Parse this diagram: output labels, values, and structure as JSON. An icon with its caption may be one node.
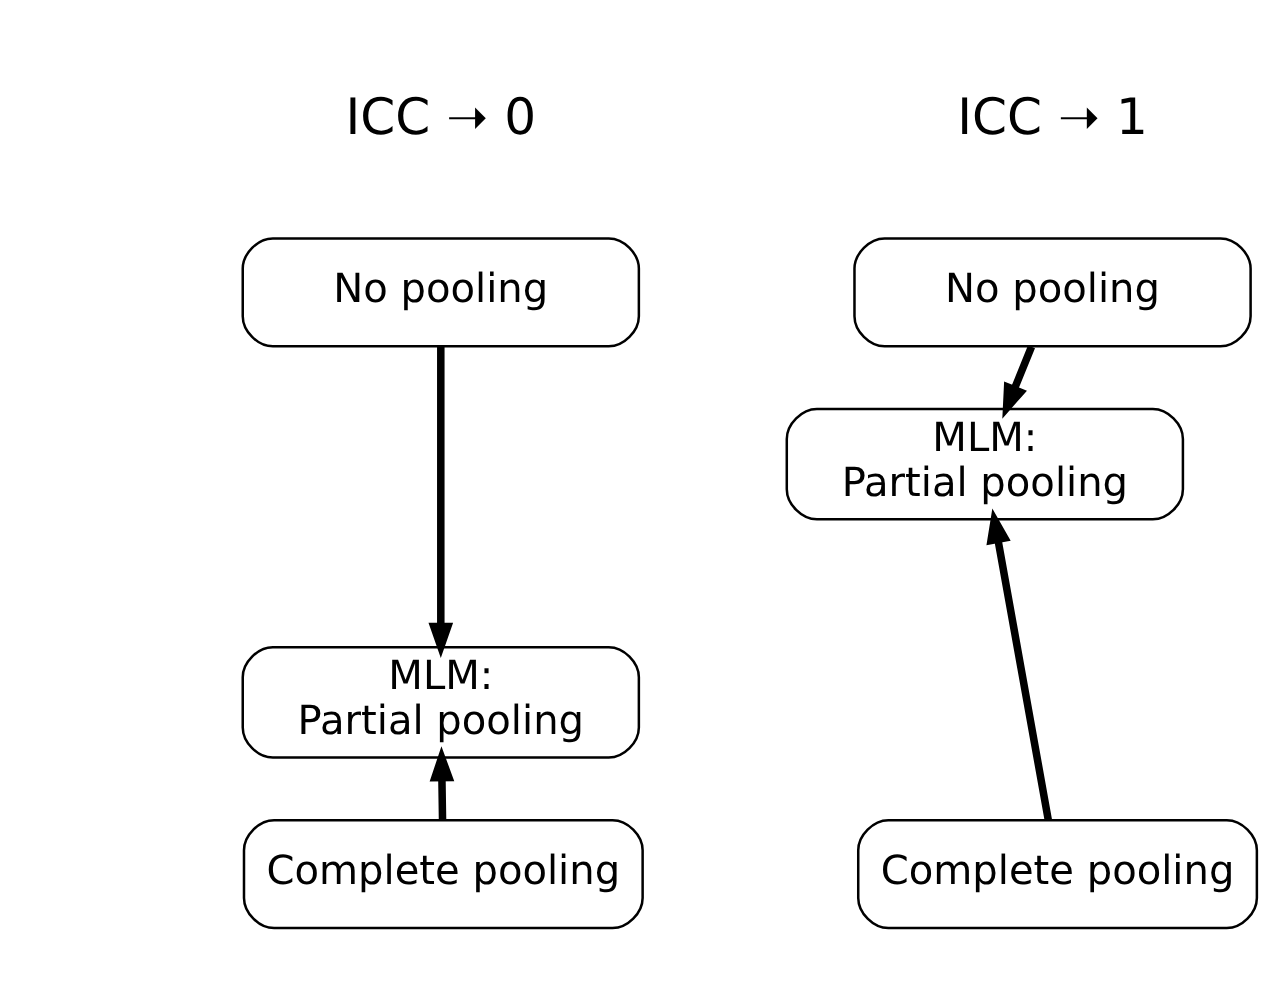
{
  "diagram": {
    "nodes": [
      {
        "text": [
          "No pooling"
        ]
      },
      {
        "text": [
          "MLM: Partial pooling"
        ]
      },
      {
        "text": [
          "Complete pooling"
        ]
      },
      {
        "text": [
          "No pooling"
        ]
      },
      {
        "text": [
          "MLM: Partial pooling"
        ]
      },
      {
        "text": [
          "Complete pooling"
        ]
      }
    ],
    "edges": [
      {
        "from": 0,
        "to": 1,
        "arrow": "to"
      },
      {
        "from": 2,
        "to": 1,
        "arrow": "to"
      },
      {
        "from": 3,
        "to": 4,
        "arrow": "to"
      },
      {
        "from": 5,
        "to": 4,
        "arrow": "to"
      }
    ],
    "labels": [
      "ICC ➝ 0",
      "ICC ➝ 1"
    ]
  }
}
